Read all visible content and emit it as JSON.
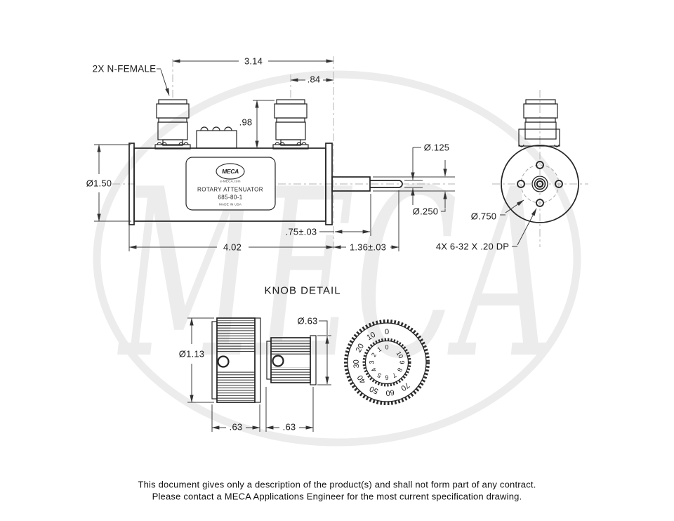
{
  "watermark": {
    "brand": "MECA",
    "color": "#ececec"
  },
  "main_view": {
    "connector_callout": "2X N-FEMALE",
    "dims": {
      "connector_spacing": "3.14",
      "connector_inset": ".84",
      "connector_height": ".98",
      "body_diameter": "Ø1.50",
      "body_length": "4.02",
      "shaft_step_length": ".75±.03",
      "shaft_length": "1.36±.03",
      "shaft_tip_diameter": "Ø.125",
      "shaft_base_diameter": "Ø.250"
    },
    "label_plate": {
      "brand": "MECA",
      "website": "e-MECA.com",
      "product": "ROTARY ATTENUATOR",
      "model": "685-80-1",
      "origin": "MADE IN USA"
    }
  },
  "end_view": {
    "bolt_circle_diameter": "Ø.750",
    "mounting_holes_callout": "4X 6-32 X .20 DP"
  },
  "knob_detail": {
    "title": "KNOB DETAIL",
    "large_knob_diameter": "Ø1.13",
    "small_knob_diameter": "Ø.63",
    "large_knob_length": ".63",
    "small_knob_length": ".63",
    "dial": {
      "outer_scale": [
        "0",
        "10",
        "20",
        "30",
        "40",
        "50",
        "60",
        "70"
      ],
      "inner_scale": [
        "0",
        "1",
        "2",
        "3",
        "4",
        "5",
        "6",
        "7",
        "8",
        "9",
        "10"
      ]
    }
  },
  "footer": {
    "line1": "This document gives only a description of the product(s) and shall not form part of any contract.",
    "line2": "Please contact a MECA Applications Engineer for the most current specification drawing."
  }
}
